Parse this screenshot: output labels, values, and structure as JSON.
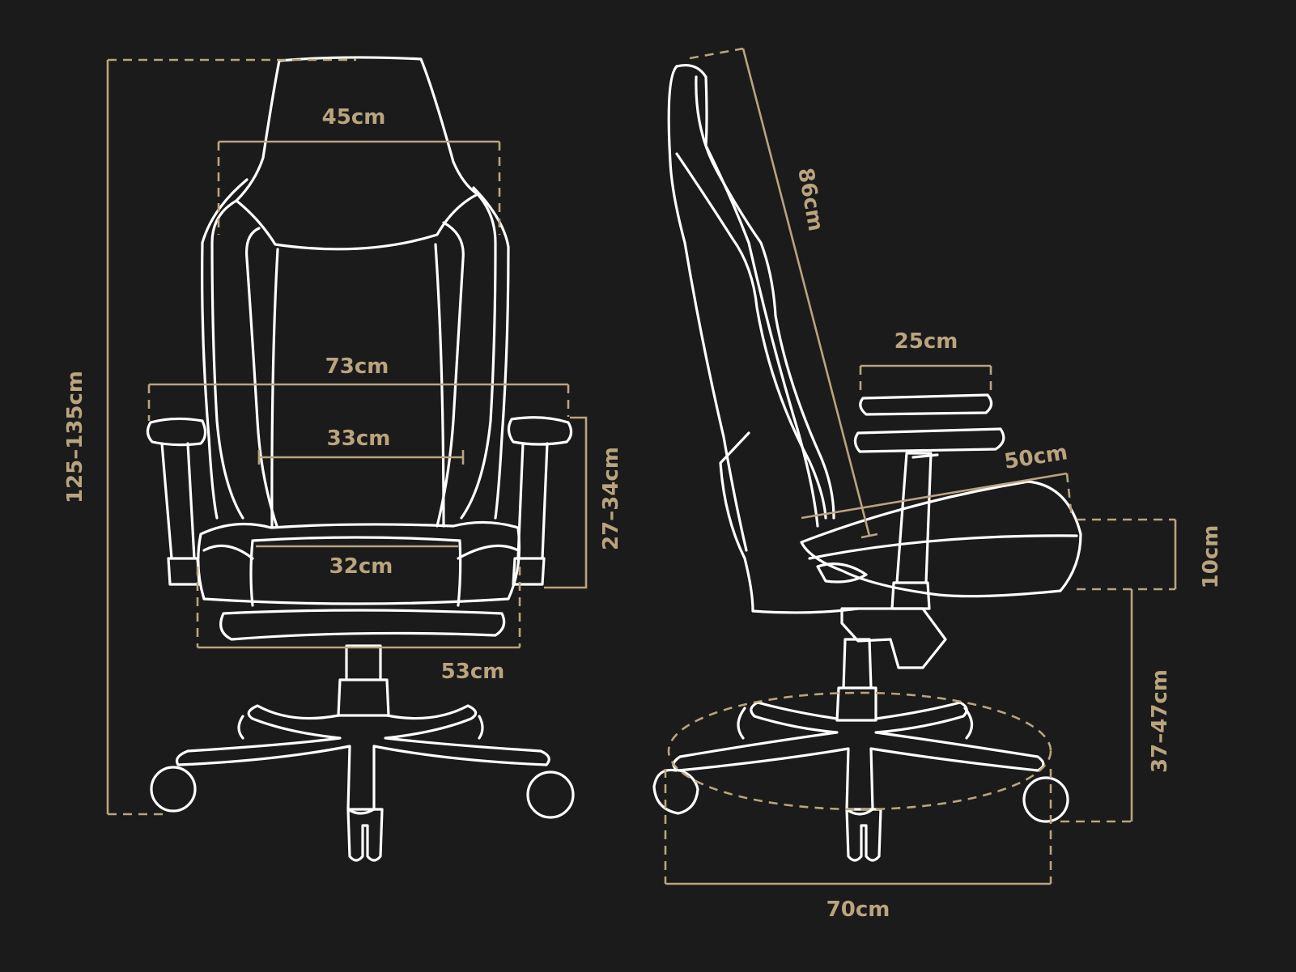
{
  "colors": {
    "background": "#1b1b1b",
    "outline": "#ffffff",
    "dimension": "#b9a47e"
  },
  "front_view": {
    "total_height": "125–135cm",
    "headrest_width": "45cm",
    "armrest_span": "73cm",
    "backrest_width": "33cm",
    "seat_width": "32cm",
    "armrest_height": "27–34cm",
    "base_width": "53cm"
  },
  "side_view": {
    "backrest_height": "86cm",
    "armrest_length": "25cm",
    "seat_depth": "50cm",
    "seat_thickness": "10cm",
    "seat_height": "37–47cm",
    "base_diameter": "70cm"
  }
}
